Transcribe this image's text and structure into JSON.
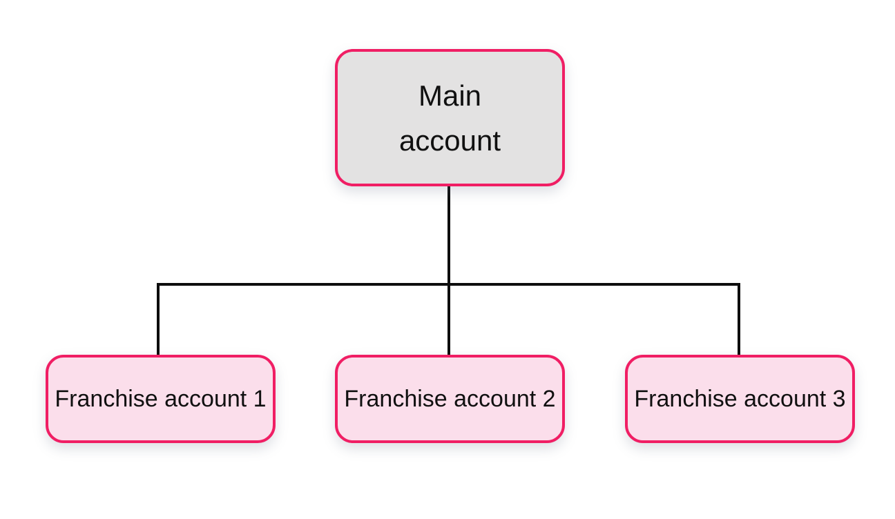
{
  "colors": {
    "background": "#ffffff",
    "accent": "#f01e64",
    "fill-gray": "#e3e2e2",
    "fill-pink": "#fbdeeb",
    "line": "#0d0d0d",
    "text": "#101010"
  },
  "diagram": {
    "root": {
      "label": "Main account"
    },
    "children": [
      {
        "label": "Franchise account 1"
      },
      {
        "label": "Franchise account 2"
      },
      {
        "label": "Franchise account 3"
      }
    ]
  }
}
